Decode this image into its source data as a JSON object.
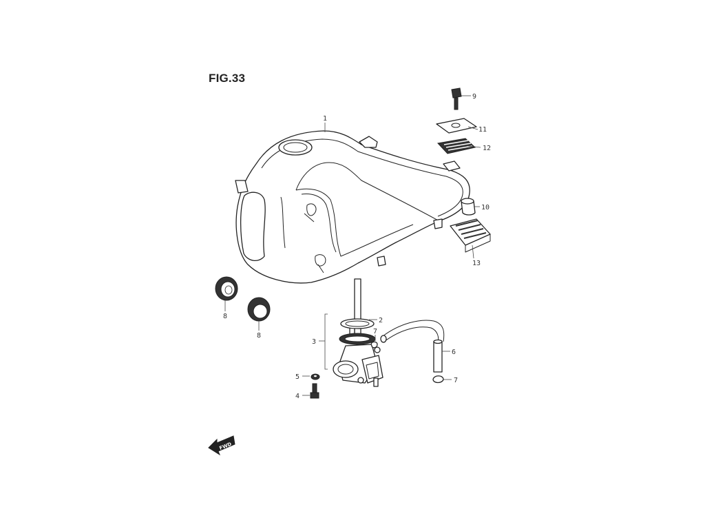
{
  "figure": {
    "title": "FIG.33"
  },
  "callouts": {
    "c1": "1",
    "c2": "2",
    "c3": "3",
    "c4": "4",
    "c5": "5",
    "c6": "6",
    "c7a": "7",
    "c7b": "7",
    "c8a": "8",
    "c8b": "8",
    "c9": "9",
    "c10": "10",
    "c11": "11",
    "c12": "12",
    "c13": "13"
  },
  "fwd_arrow": {
    "label": "FWD",
    "icon": "fwd-arrow-icon"
  }
}
